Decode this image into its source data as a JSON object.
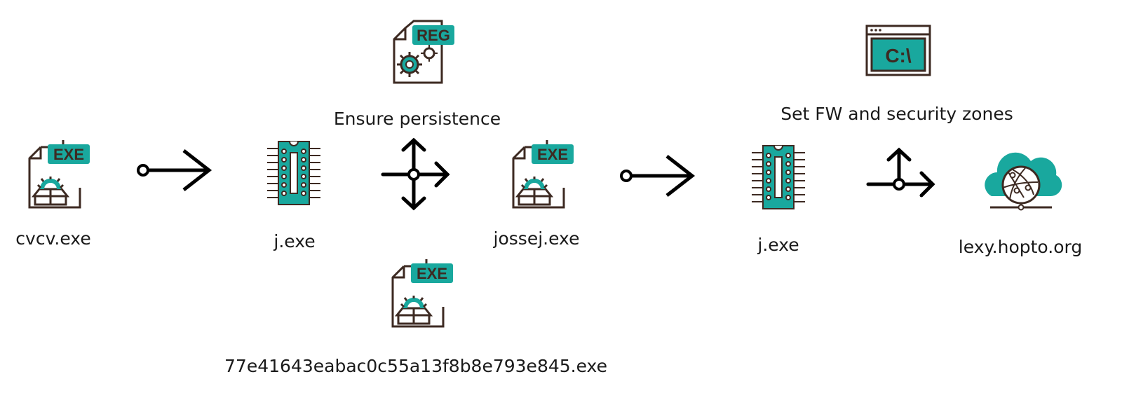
{
  "colors": {
    "accent": "#19a89e",
    "line": "#3d2a22",
    "arrow": "#000000"
  },
  "nodes": {
    "cvcv": {
      "label": "cvcv.exe",
      "badge": "EXE",
      "icon": "exe-file-icon"
    },
    "j1": {
      "label": "j.exe",
      "icon": "chip-icon"
    },
    "reg": {
      "badge": "REG",
      "icon": "registry-file-icon"
    },
    "jossej": {
      "label": "jossej.exe",
      "badge": "EXE",
      "icon": "exe-file-icon"
    },
    "hashexe": {
      "label": "77e41643eabac0c55a13f8b8e793e845.exe",
      "badge": "EXE",
      "icon": "exe-file-icon"
    },
    "j2": {
      "label": "j.exe",
      "icon": "chip-icon"
    },
    "cmd": {
      "prompt": "C:\\",
      "icon": "command-prompt-icon"
    },
    "lexy": {
      "label": "lexy.hopto.org",
      "icon": "cloud-network-icon"
    }
  },
  "captions": {
    "persistence": "Ensure persistence",
    "firewall": "Set FW and security zones"
  }
}
